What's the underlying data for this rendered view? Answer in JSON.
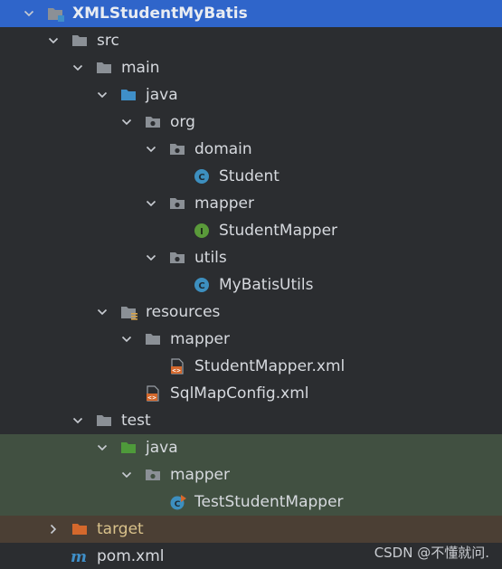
{
  "tree": {
    "root": "XMLStudentMyBatis",
    "src": "src",
    "main": "main",
    "java_main": "java",
    "org": "org",
    "domain": "domain",
    "student": "Student",
    "mapper_pkg": "mapper",
    "student_mapper": "StudentMapper",
    "utils": "utils",
    "mybatis_utils": "MyBatisUtils",
    "resources": "resources",
    "mapper_res": "mapper",
    "student_mapper_xml": "StudentMapper.xml",
    "sqlmap_config": "SqlMapConfig.xml",
    "test": "test",
    "java_test": "java",
    "mapper_test": "mapper",
    "test_student_mapper": "TestStudentMapper",
    "target": "target",
    "pom": "pom.xml"
  },
  "watermark": "CSDN @不懂就问.",
  "colors": {
    "background": "#2b2d30",
    "selected_row": "#2f65ca",
    "test_rows": "#415041",
    "target_row": "#4b3f34",
    "folder_gray": "#8b9096",
    "folder_blue": "#3f8fc8",
    "folder_green": "#4e9a3a",
    "folder_orange": "#d4682c",
    "class_icon": "#3d8fbf",
    "interface_icon": "#5a9a3a",
    "xml_icon": "#d4682c"
  },
  "icons": {
    "expanded": "chevron-down-icon",
    "collapsed": "chevron-right-icon",
    "module": "module-folder-icon",
    "folder": "folder-icon",
    "source_root": "source-root-folder-icon",
    "package": "package-icon",
    "class": "class-icon",
    "interface": "interface-icon",
    "resources": "resources-folder-icon",
    "xml": "xml-file-icon",
    "test_root": "test-root-folder-icon",
    "test_class": "test-class-icon",
    "excluded": "excluded-folder-icon",
    "maven": "maven-icon"
  }
}
